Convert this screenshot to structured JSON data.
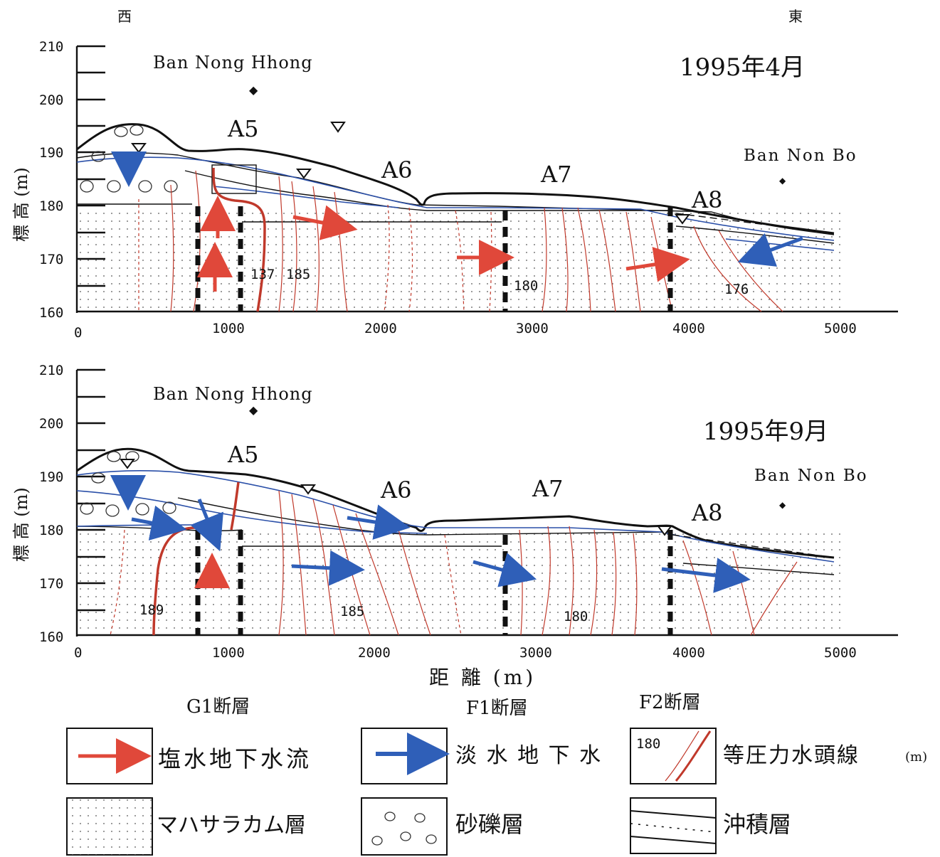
{
  "direction": {
    "west": "西",
    "east": "東"
  },
  "panels": [
    {
      "date": "1995年4月",
      "village_left": "Ban Nong Hhong",
      "village_right": "Ban Non Bo",
      "wells": [
        "A5",
        "A6",
        "A7",
        "A8"
      ],
      "contour_labels": [
        "137",
        "185",
        "180",
        "176"
      ]
    },
    {
      "date": "1995年9月",
      "village_left": "Ban Nong Hhong",
      "village_right": "Ban Non Bo",
      "wells": [
        "A5",
        "A6",
        "A7",
        "A8"
      ],
      "contour_labels": [
        "189",
        "185",
        "180"
      ]
    }
  ],
  "axes": {
    "y_label": "標 高 (m)",
    "x_label": "距 離 (m)",
    "y_ticks": [
      "210",
      "200",
      "190",
      "180",
      "170",
      "160"
    ],
    "x_ticks": [
      "0",
      "1000",
      "2000",
      "3000",
      "4000",
      "5000"
    ]
  },
  "faults": [
    "G1断層",
    "F1断層",
    "F2断層"
  ],
  "legend": {
    "saline_flow": "塩水地下水流",
    "fresh_flow": "淡 水 地 下 水",
    "isobar": "等圧力水頭線",
    "isobar_unit": "(m)",
    "isobar_sample": "180",
    "mahasarakham": "マハサラカム層",
    "gravel": "砂礫層",
    "alluvium": "沖積層"
  },
  "colors": {
    "saline": "#e0483a",
    "fresh": "#2f5fb8",
    "isobar": "#c0392b"
  }
}
